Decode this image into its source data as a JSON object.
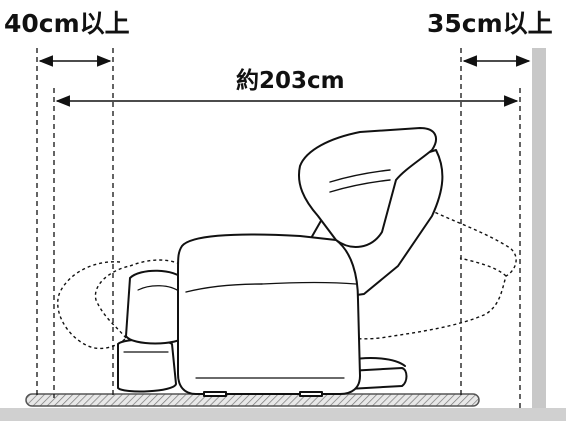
{
  "labels": {
    "front_clearance": "40cm以上",
    "back_clearance": "35cm以上",
    "total_length": "約203cm"
  },
  "colors": {
    "line": "#111111",
    "wall": "#c8c8c8",
    "floor": "#d0d0d0",
    "mat": "#bdbdbd",
    "chair_fill": "#ffffff",
    "chair_shade": "#e6e6e6"
  }
}
